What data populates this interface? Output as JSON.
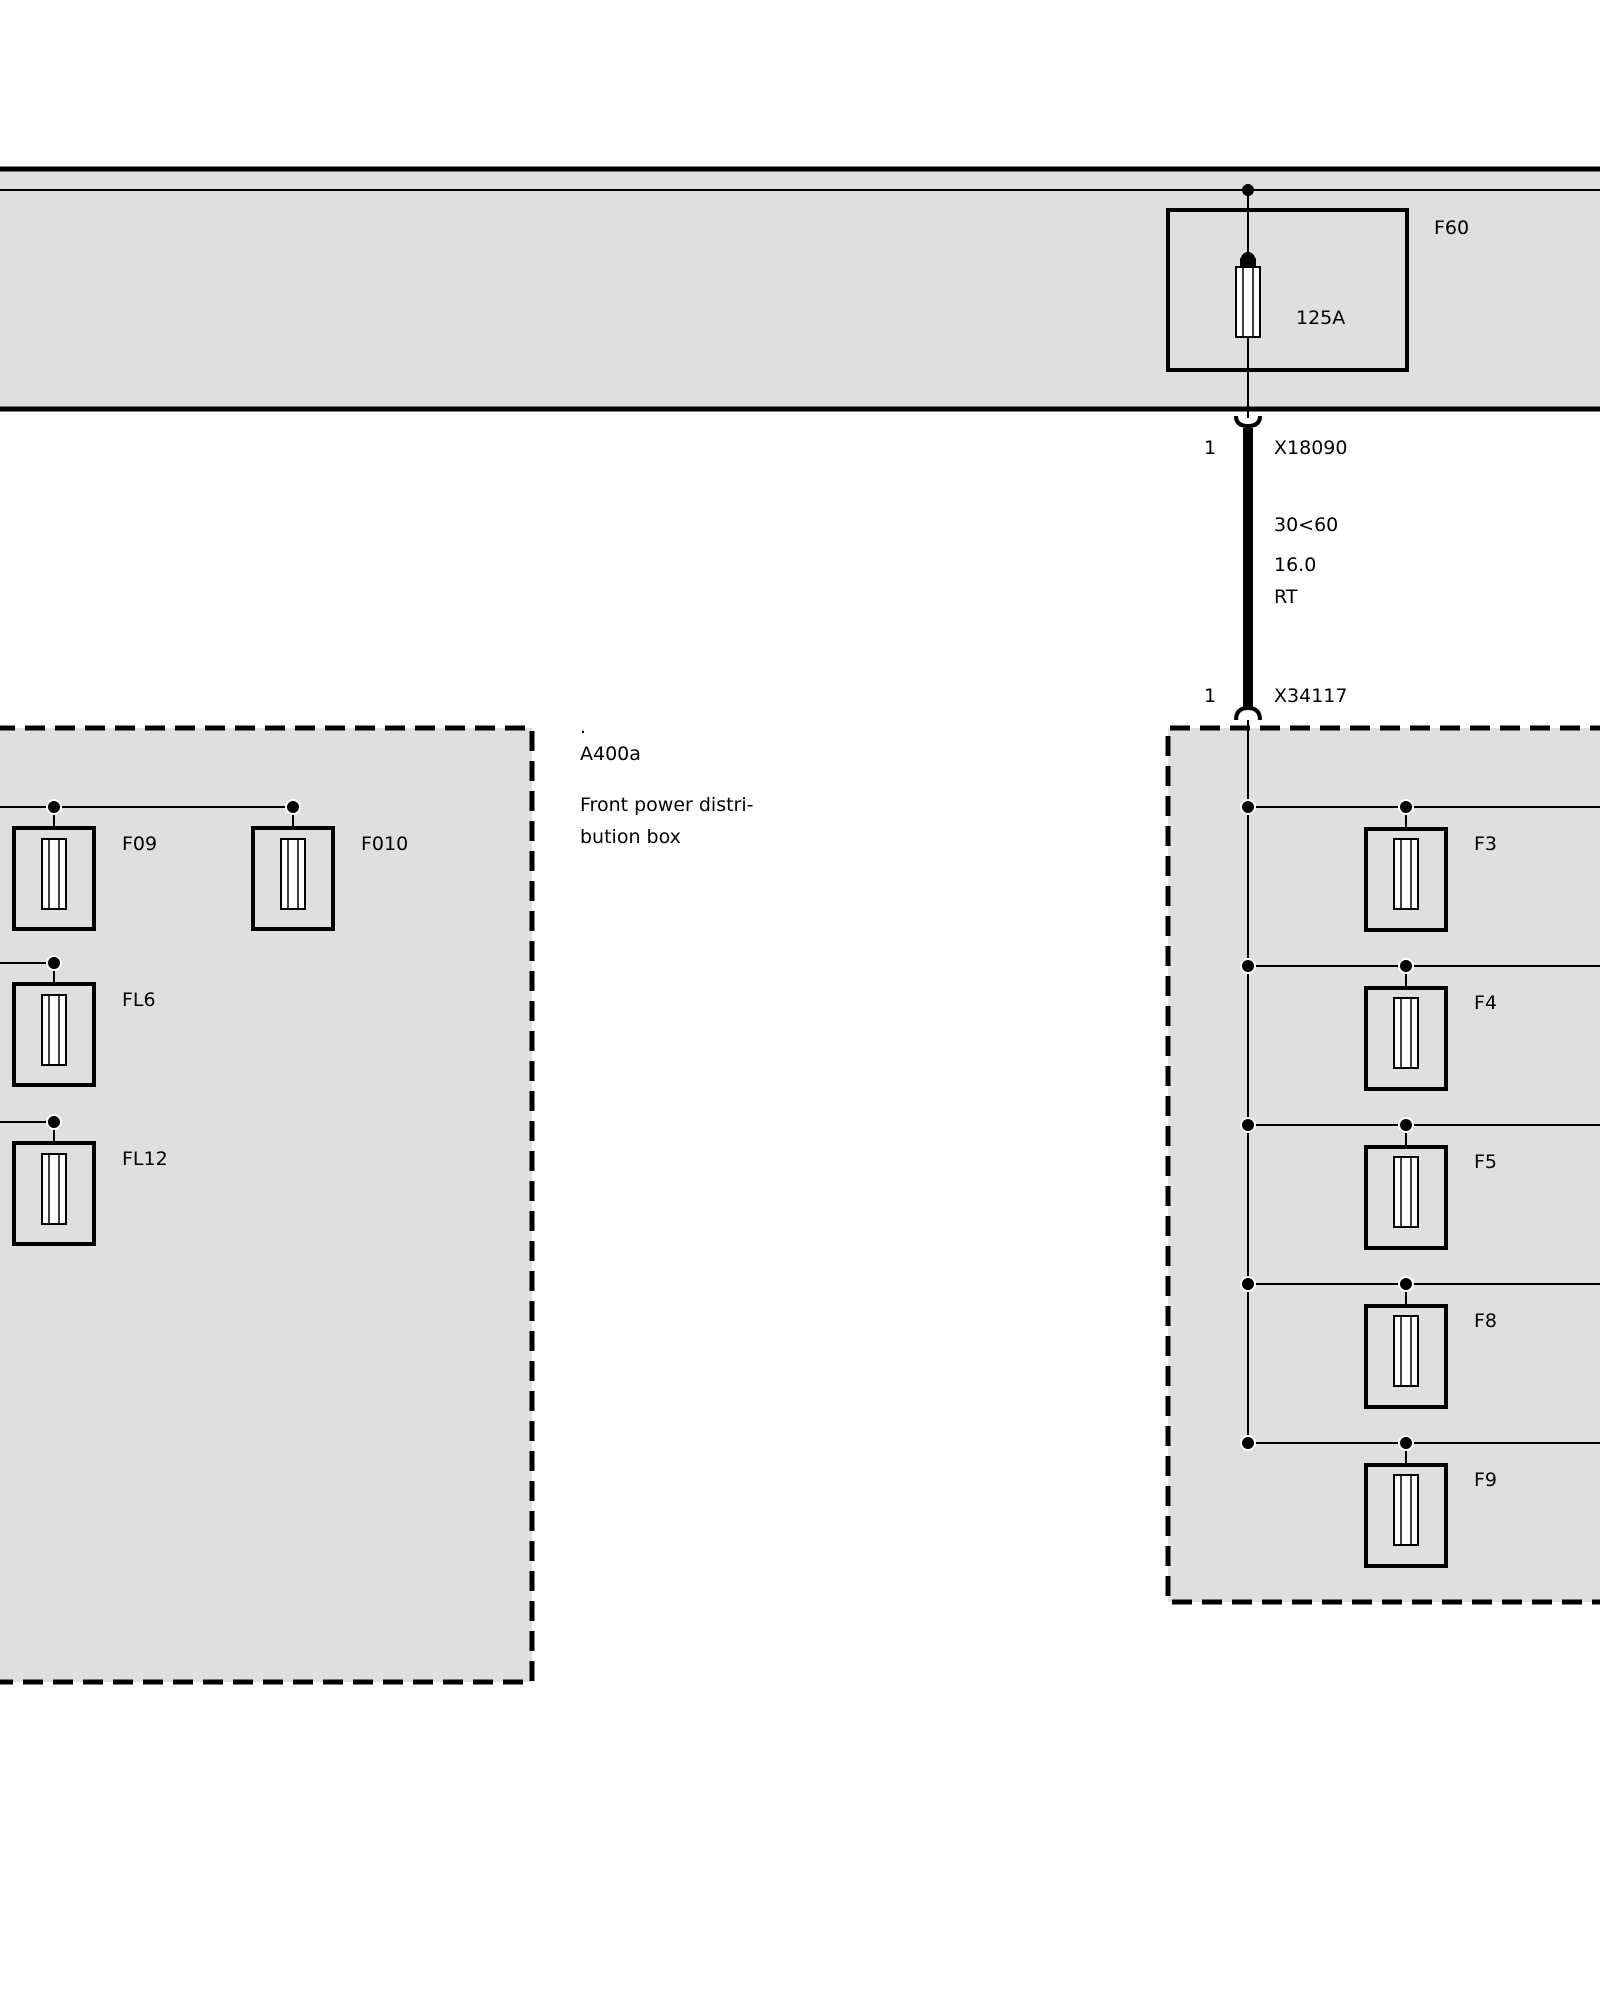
{
  "top_unit": {
    "fuse": {
      "label": "F60",
      "rating": "125A"
    }
  },
  "wire": {
    "upper_connector": {
      "pin": "1",
      "id": "X18090"
    },
    "spec": "30<60",
    "cross_section": "16.0",
    "color_code": "RT",
    "lower_connector": {
      "pin": "1",
      "id": "X34117"
    }
  },
  "box": {
    "marker": ".",
    "id": "A400a",
    "description_line1": "Front power distri-",
    "description_line2": "bution box"
  },
  "left_fuses": {
    "row1": [
      "F09",
      "F010"
    ],
    "row2": [
      "FL6"
    ],
    "row3": [
      "FL12"
    ]
  },
  "right_fuses": [
    "F3",
    "F4",
    "F5",
    "F8",
    "F9"
  ],
  "colors": {
    "box_fill": "#dfdfdf",
    "line": "#000000",
    "background": "#ffffff"
  }
}
